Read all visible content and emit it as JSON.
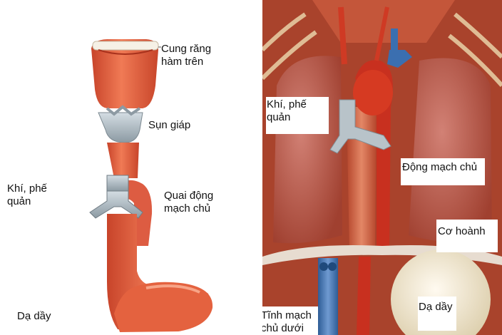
{
  "left": {
    "labels": {
      "upper_dental_arch": "Cung răng\nhàm trên",
      "thyroid_cartilage": "Sụn giáp",
      "trachea_bronchi": "Khí, phế\nquản",
      "aortic_arch": "Quai động\nmạch chủ",
      "stomach": "Dạ dầy"
    }
  },
  "right": {
    "labels": {
      "trachea_bronchi": "Khí, phế\nquản",
      "aorta": "Động mạch chủ",
      "diaphragm": "Cơ hoành",
      "stomach": "Dạ dầy",
      "inferior_vena_cava": "Tĩnh mạch\nchủ dưới"
    }
  }
}
